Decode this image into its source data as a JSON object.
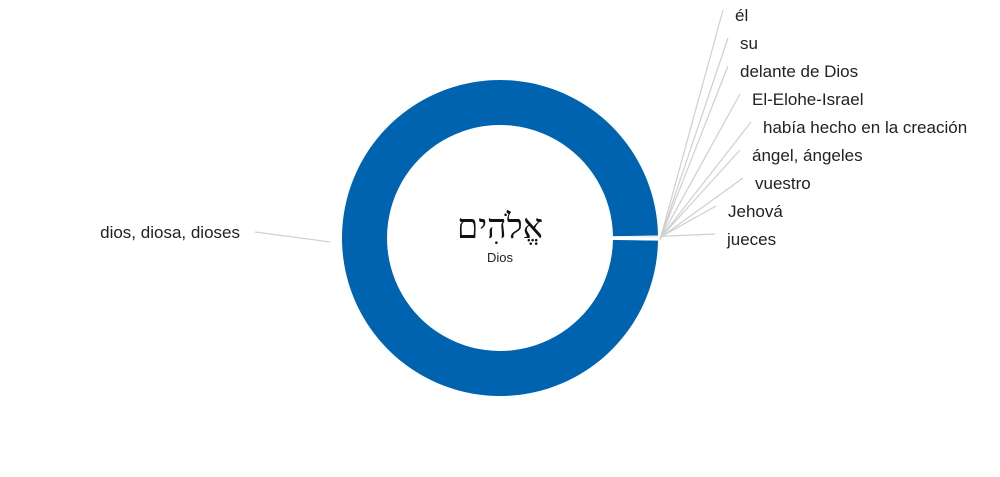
{
  "chart_data": {
    "type": "pie",
    "center_title": "אֱלֹהִים",
    "center_subtitle": "Dios",
    "colors": {
      "main": "#0063B0",
      "minor": "#D7D7D7",
      "leader": "#CFCFCF"
    },
    "slices": [
      {
        "label": "dios, diosa, dioses",
        "value": 2601
      },
      {
        "label": "jueces",
        "value": 3
      },
      {
        "label": "Jehová",
        "value": 2
      },
      {
        "label": "vuestro",
        "value": 1
      },
      {
        "label": "ángel, ángeles",
        "value": 1
      },
      {
        "label": "había hecho en la creación",
        "value": 1
      },
      {
        "label": "El-Elohe-Israel",
        "value": 1
      },
      {
        "label": "delante de Dios",
        "value": 1
      },
      {
        "label": "su",
        "value": 1
      },
      {
        "label": "él",
        "value": 1
      }
    ]
  }
}
